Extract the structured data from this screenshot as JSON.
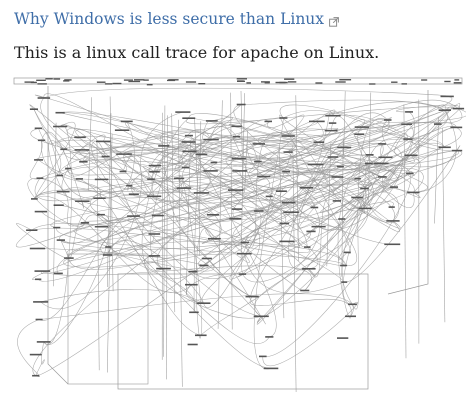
{
  "link": {
    "text": "Why Windows is less secure than Linux",
    "icon": "external-link-icon",
    "color": "#3f6ea8"
  },
  "caption": "This is a linux call trace for apache on Linux.",
  "figure": {
    "description_icon": "call-graph-image",
    "line_color": "#9a9a9a",
    "node_color": "#555555"
  }
}
